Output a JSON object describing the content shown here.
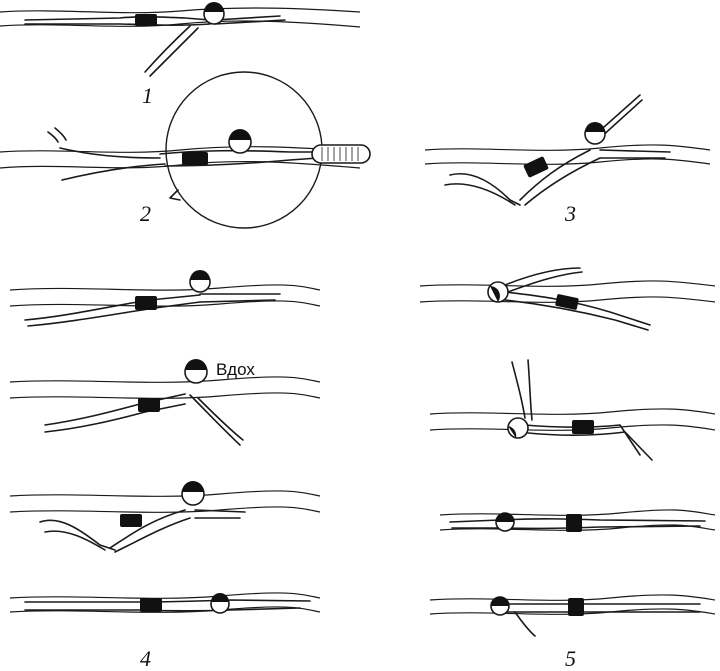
{
  "labels": {
    "fig1": "1",
    "fig2": "2",
    "fig3": "3",
    "fig4": "4",
    "fig5": "5",
    "inhale": "Вдох"
  },
  "colors": {
    "ink": "#1a1a1a",
    "background": "#ffffff"
  }
}
